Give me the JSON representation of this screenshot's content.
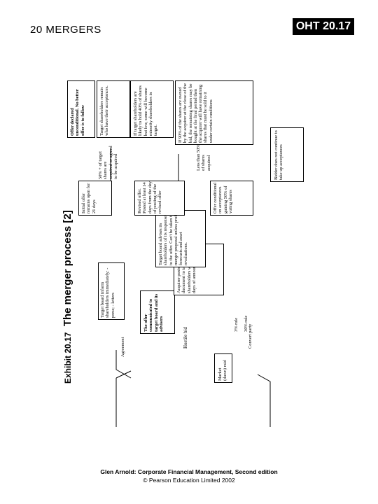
{
  "header": {
    "badge": "OHT 20.17",
    "section_title": "20 MERGERS"
  },
  "exhibit": {
    "number": "Exhibit 20.17",
    "name": "The merger process [2]"
  },
  "diagram": {
    "agreement": "Agreement",
    "target_board_inform": "Target board inform shareholders immediately: - press; - letters",
    "offer_communicated": "The offer communicated to target board and its advisers",
    "hostile_bid": "Hostile bid",
    "market_raid": "Market (dawn) raid",
    "pct_3": "3% rule",
    "pct_30": "30% rule",
    "convert_party": "Convert party",
    "acquirer_posts": "Acquirer posts offer document to target shareholders within 28 days of announcement",
    "target_board_advises": "Target board advises its shareholders of its response to the offer. Can't be taken to merger proposal unless profit forecasts and asset revaluations.",
    "revised_offer": "Revised offer. Posted at least 14 days from the day of posting of the revised offer",
    "initial_offer_open": "Initial offer remains open for 21 days",
    "offer_conditional": "Offer conditional on acceptances gaining 50% of voting shares",
    "pct50_acquired": "50% + of target shares are acquired or agreed to be acquired",
    "less_than_50": "Less than 50% of shares acquired",
    "offer_declared": "Offer declared unconditional. No better offer is to follow",
    "target_shareholders_remain": "Target shareholders remain who have their acceptances.",
    "if_target": "If target shareholders are likely to hold 40% of shares but few, some will become minority shareholders in target.",
    "if_90": "If 90% of the shares are owned by the acquirer at the close of the bid, the remaining shares may be bought at the final period then the acquirer will have remaining shares that must be sold to it under certain conditions",
    "bidder_does_not": "Bidder does not continue to take up acceptances"
  },
  "footer": {
    "line1": "Glen Arnold: Corporate Financial Management, Second edition",
    "line2": "© Pearson Education Limited 2002"
  }
}
